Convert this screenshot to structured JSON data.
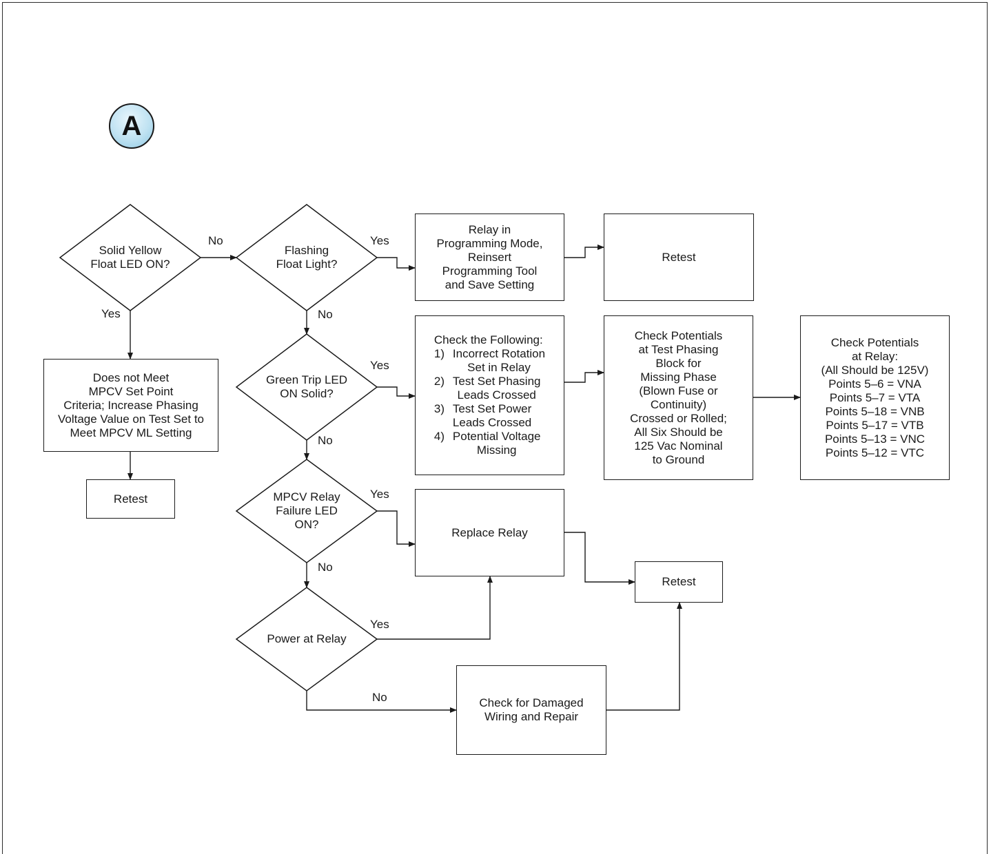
{
  "badge": "A",
  "nodes": {
    "d1": [
      "Solid Yellow",
      "Float LED ON?"
    ],
    "d2": [
      "Flashing",
      "Float Light?"
    ],
    "d3": [
      "Green Trip LED",
      "ON Solid?"
    ],
    "d4": [
      "MPCV Relay",
      "Failure LED",
      "ON?"
    ],
    "d5": [
      "Power at Relay"
    ],
    "b_criteria": [
      "Does not Meet",
      "MPCV Set Point",
      "Criteria; Increase Phasing",
      "Voltage Value on Test Set to",
      "Meet MPCV ML Setting"
    ],
    "b_retest_left": [
      "Retest"
    ],
    "b_programming": [
      "Relay in",
      "Programming Mode,",
      "Reinsert",
      "Programming Tool",
      "and Save Setting"
    ],
    "b_retest_top": [
      "Retest"
    ],
    "b_check_following": {
      "heading": "Check the Following:",
      "items": [
        {
          "num": "1)",
          "lines": [
            "Incorrect Rotation",
            "Set in Relay"
          ]
        },
        {
          "num": "2)",
          "lines": [
            "Test Set Phasing",
            "Leads Crossed"
          ]
        },
        {
          "num": "3)",
          "lines": [
            "Test Set Power",
            "Leads Crossed"
          ]
        },
        {
          "num": "4)",
          "lines": [
            "Potential Voltage",
            "Missing"
          ]
        }
      ]
    },
    "b_potentials_phasing": [
      "Check Potentials",
      "at Test Phasing",
      "Block for",
      "Missing Phase",
      "(Blown Fuse or",
      "Continuity)",
      "Crossed or Rolled;",
      "All Six Should be",
      "125 Vac Nominal",
      "to Ground"
    ],
    "b_potentials_relay": [
      "Check Potentials",
      "at Relay:",
      "(All Should be 125V)",
      "Points 5–6 = VNA",
      "Points 5–7 = VTA",
      "Points 5–18 = VNB",
      "Points 5–17 = VTB",
      "Points 5–13 = VNC",
      "Points 5–12 = VTC"
    ],
    "b_replace": [
      "Replace Relay"
    ],
    "b_retest_mid": [
      "Retest"
    ],
    "b_wiring": [
      "Check for Damaged",
      "Wiring and Repair"
    ]
  },
  "edge_labels": {
    "d1_no": "No",
    "d1_yes": "Yes",
    "d2_yes": "Yes",
    "d2_no": "No",
    "d3_yes": "Yes",
    "d3_no": "No",
    "d4_yes": "Yes",
    "d4_no": "No",
    "d5_yes": "Yes",
    "d5_no": "No"
  }
}
